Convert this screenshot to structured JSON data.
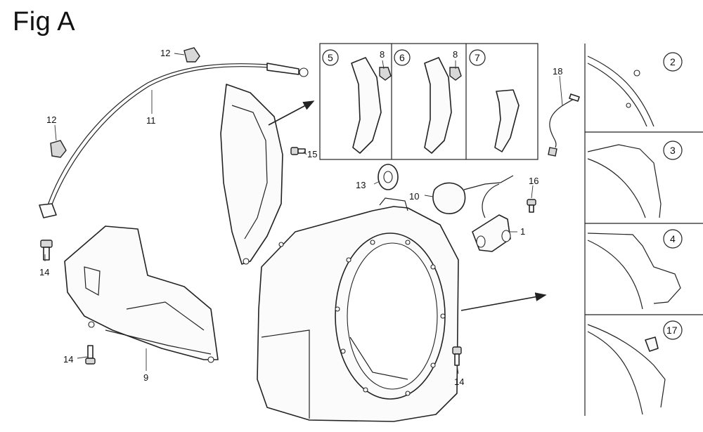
{
  "figure": {
    "title": "Fig A",
    "callouts": {
      "c1": "1",
      "c9": "9",
      "c10": "10",
      "c11": "11",
      "c12a": "12",
      "c12b": "12",
      "c13": "13",
      "c14a": "14",
      "c14b": "14",
      "c14c": "14",
      "c15": "15",
      "c16": "16",
      "c18": "18",
      "c8a": "8",
      "c8b": "8"
    },
    "circled": {
      "p5": "5",
      "p6": "6",
      "p7": "7",
      "p2": "2",
      "p3": "3",
      "p4": "4",
      "p17": "17"
    }
  }
}
